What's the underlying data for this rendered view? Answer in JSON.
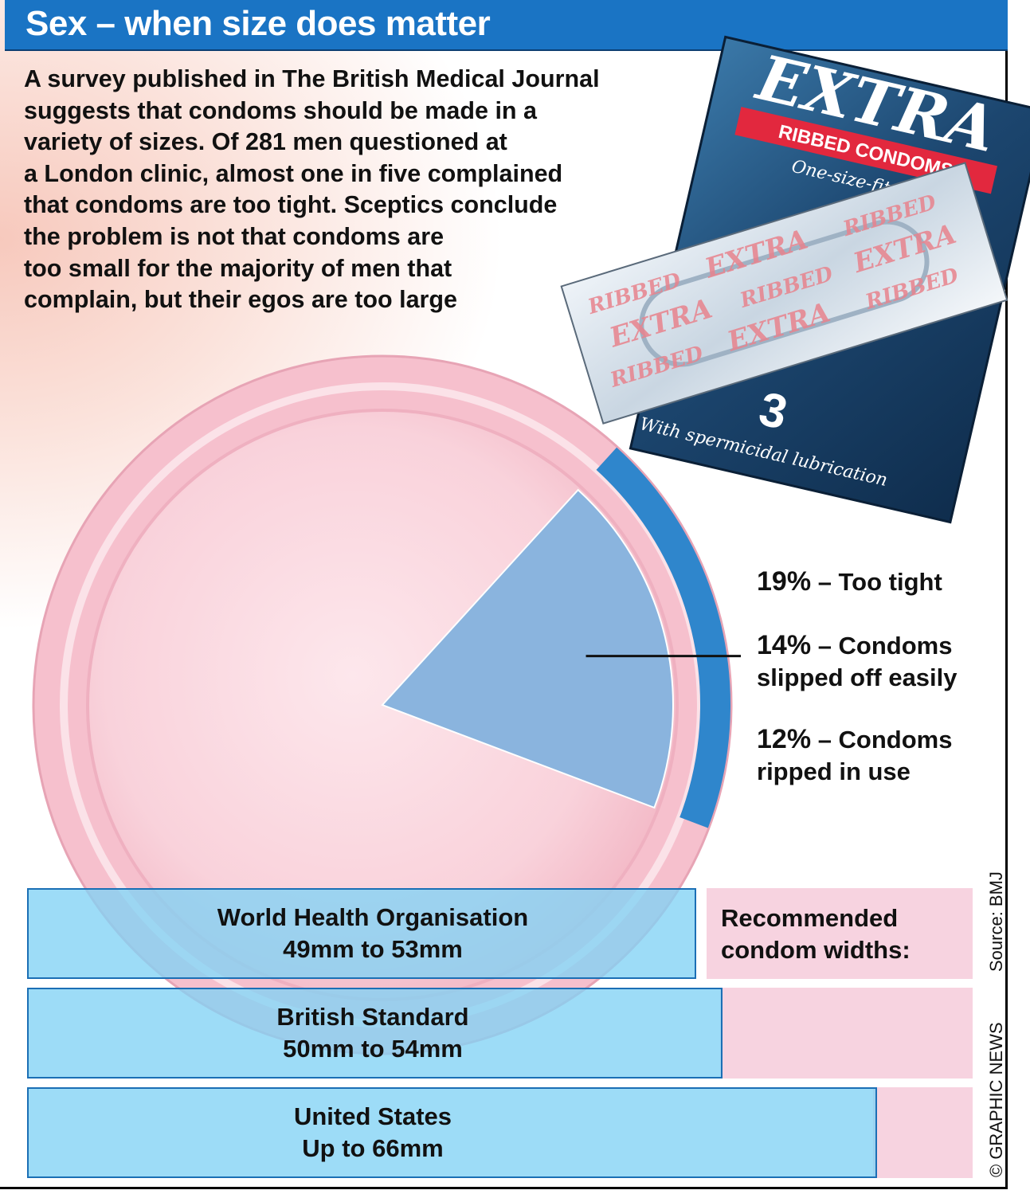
{
  "title": "Sex – when size does matter",
  "intro_lines": [
    "A survey published in The British Medical Journal",
    "suggests that condoms should be made in a",
    "variety of sizes. Of 281 men questioned at",
    "a London clinic, almost one in five complained",
    "that condoms are too tight. Sceptics conclude",
    "the problem is not that condoms are",
    "too small for the majority of men that",
    "complain, but their egos are too large"
  ],
  "package": {
    "brand": "EXTRA",
    "band": "RIBBED CONDOMS",
    "tagline": "One-size-fits-all",
    "count": "3",
    "footer": "With spermicidal lubrication",
    "wrapper_word_1": "RIBBED",
    "wrapper_word_2": "EXTRA"
  },
  "legend": [
    {
      "pct": "19%",
      "label_lines": [
        "– Too tight"
      ]
    },
    {
      "pct": "14%",
      "label_lines": [
        "– Condoms",
        "slipped off easily"
      ]
    },
    {
      "pct": "12%",
      "label_lines": [
        "– Condoms",
        "ripped in use"
      ]
    }
  ],
  "recommended_label_lines": [
    "Recommended",
    "condom widths:"
  ],
  "source": "Source: BMJ",
  "credit": "© GRAPHIC NEWS",
  "colors": {
    "title_bar": "#1a74c4",
    "pie_pink": "#f6c0cd",
    "slice_blue": "#8ab4de",
    "rim_blue": "#2f86cc",
    "bar_fill": "#82d2f5",
    "package_navy": "#1b3f66",
    "band_red": "#e2283e"
  },
  "chart_data": [
    {
      "type": "pie",
      "title": "",
      "slices": [
        {
          "label": "Too tight",
          "value": 19,
          "highlighted": true
        },
        {
          "label": "",
          "value": 81,
          "highlighted": false
        }
      ],
      "legend_position": "right"
    },
    {
      "type": "bar",
      "orientation": "horizontal",
      "title": "Recommended condom widths:",
      "categories": [
        "World Health Organisation",
        "British Standard",
        "United States"
      ],
      "value_labels": [
        "49mm to 53mm",
        "50mm to 54mm",
        "Up to 66mm"
      ],
      "series": [
        {
          "min": [
            49,
            50,
            null
          ],
          "max": [
            53,
            54,
            66
          ]
        }
      ],
      "unit": "mm"
    }
  ]
}
